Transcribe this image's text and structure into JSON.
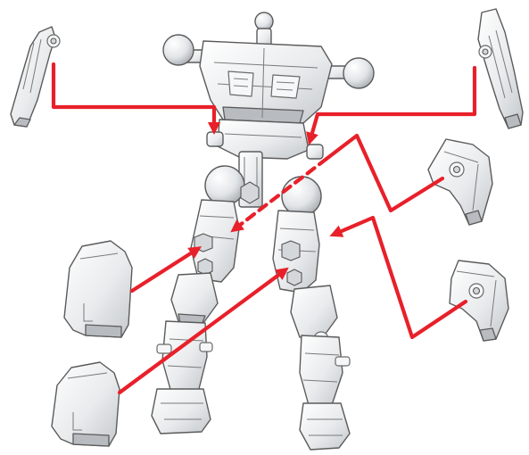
{
  "diagram": {
    "kind": "assembly-instruction",
    "colors": {
      "arrow": "#e8202a",
      "part_fill": "#eef0f2",
      "part_shadow": "#c9ccd0",
      "outline": "#5b5b5b",
      "background": "#ffffff"
    },
    "parts": [
      {
        "id": "left-shoulder-armor",
        "icon": "shoulder-armor-icon"
      },
      {
        "id": "right-shoulder-armor",
        "icon": "shoulder-armor-icon"
      },
      {
        "id": "robot-frame",
        "icon": "robot-frame-icon"
      },
      {
        "id": "knee-guard-upper",
        "icon": "knee-guard-icon"
      },
      {
        "id": "knee-guard-lower",
        "icon": "knee-guard-icon"
      },
      {
        "id": "thigh-armor-left",
        "icon": "thigh-armor-icon"
      },
      {
        "id": "thigh-armor-right",
        "icon": "thigh-armor-icon"
      }
    ]
  }
}
